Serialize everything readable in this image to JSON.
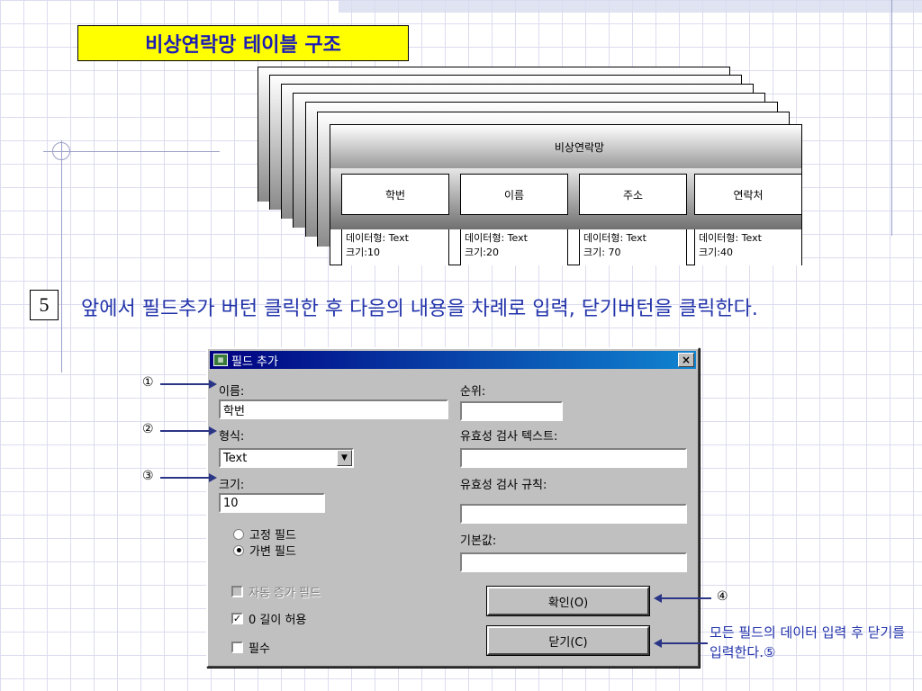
{
  "slide": {
    "title": "비상연락망 테이블 구조",
    "step_number": "5",
    "instruction": "앞에서 필드추가 버턴 클릭한 후 다음의 내용을 차례로 입력, 닫기버턴을 클릭한다."
  },
  "table_diagram": {
    "table_name": "비상연락망",
    "fields": [
      {
        "name": "학번",
        "type_label": "데이터형: Text",
        "size_label": "크기:10"
      },
      {
        "name": "이름",
        "type_label": "데이터형: Text",
        "size_label": "크기:20"
      },
      {
        "name": "주소",
        "type_label": "데이터형: Text",
        "size_label": "크기: 70"
      },
      {
        "name": "연락처",
        "type_label": "데이터형: Text",
        "size_label": "크기:40"
      }
    ]
  },
  "dialog": {
    "title": "필드 추가",
    "close_glyph": "×",
    "name_label": "이름:",
    "name_value": "학번",
    "type_label": "형식:",
    "type_value": "Text",
    "size_label": "크기:",
    "size_value": "10",
    "radio_fixed": "고정 필드",
    "radio_variable": "가변 필드",
    "auto_increment": "자동 증가 필드",
    "allow_zero_length": "0 길이 허용",
    "required": "필수",
    "order_label": "순위:",
    "order_value": "",
    "validation_text_label": "유효성 검사 텍스트:",
    "validation_text_value": "",
    "validation_rule_label": "유효성 검사 규칙:",
    "validation_rule_value": "",
    "default_label": "기본값:",
    "default_value": "",
    "ok_button": "확인(O)",
    "close_button": "닫기(C)",
    "allow_zero_checked": "✓"
  },
  "annotations": {
    "n1": "①",
    "n2": "②",
    "n3": "③",
    "n4": "④",
    "note": "모든 필드의 데이터 입력 후 닫기를 입력한다.⑤"
  }
}
